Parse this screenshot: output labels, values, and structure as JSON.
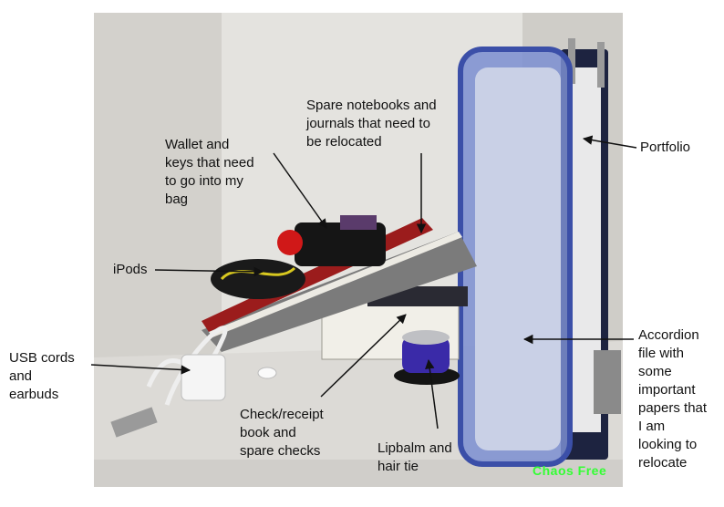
{
  "annotations": {
    "wallet": "Wallet and\nkeys that need\nto go into my\nbag",
    "notebooks": "Spare notebooks and\njournals that need to\nbe relocated",
    "portfolio": "Portfolio",
    "ipods": "iPods",
    "usb": "USB cords\nand\nearbuds",
    "checks": "Check/receipt\nbook and\nspare checks",
    "lipbalm": "Lipbalm and\nhair tie",
    "accordion": "Accordion\nfile with\nsome\nimportant\npapers that\nI am\nlooking to\nrelocate"
  },
  "watermark": "Chaos Free",
  "colors": {
    "watermark": "#33ff33",
    "label_text": "#111111",
    "accordion_blue": "#3b4fa8",
    "notebook_red": "#9b1c1c",
    "lipbalm_purple": "#3a2aa8"
  }
}
